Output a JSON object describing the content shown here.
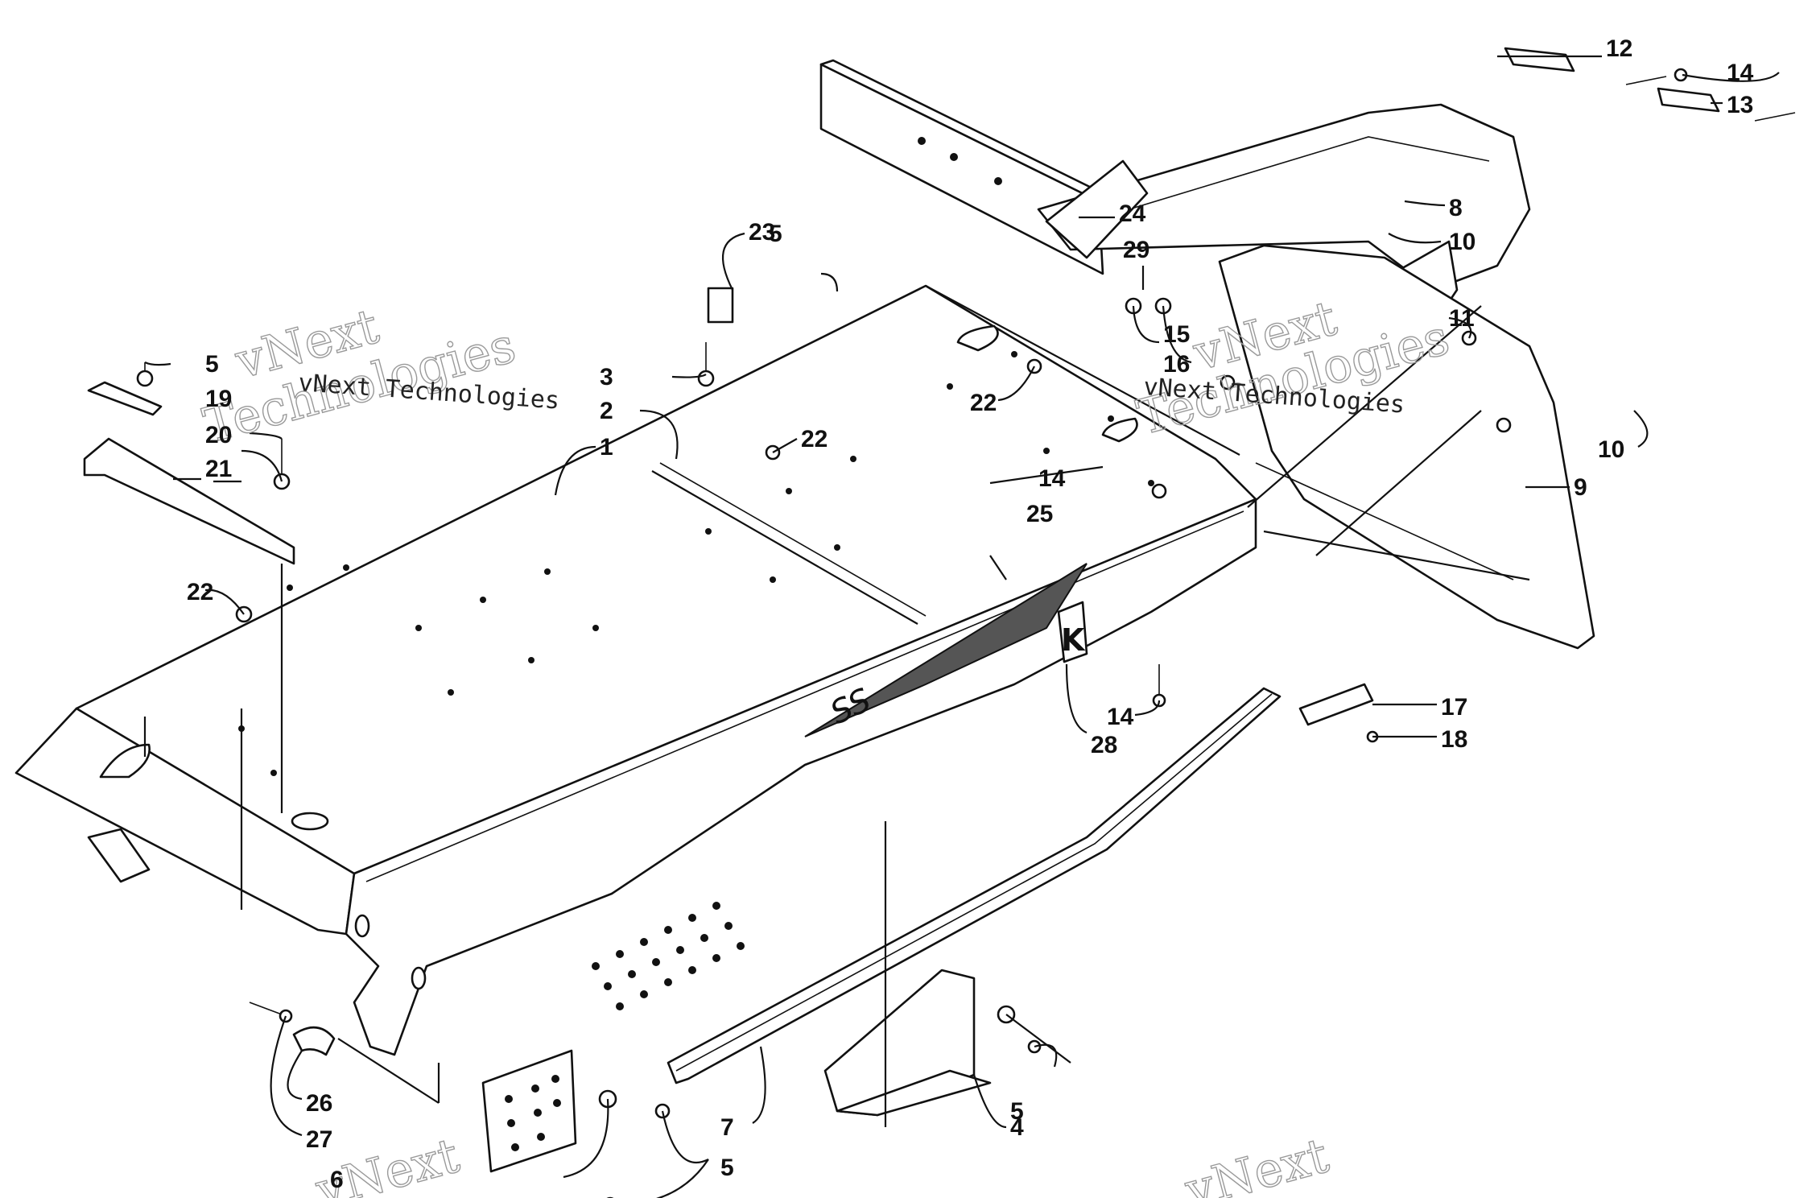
{
  "watermark": {
    "primary": "vNext",
    "secondary": "Technologies",
    "caption": "vNext Technologies"
  },
  "callouts": [
    {
      "id": "c1",
      "label": "1"
    },
    {
      "id": "c2",
      "label": "2"
    },
    {
      "id": "c3",
      "label": "3"
    },
    {
      "id": "c4",
      "label": "4"
    },
    {
      "id": "c5a",
      "label": "5"
    },
    {
      "id": "c5b",
      "label": "5"
    },
    {
      "id": "c5c",
      "label": "5"
    },
    {
      "id": "c5d",
      "label": "5"
    },
    {
      "id": "c6",
      "label": "6"
    },
    {
      "id": "c7",
      "label": "7"
    },
    {
      "id": "c8",
      "label": "8"
    },
    {
      "id": "c9",
      "label": "9"
    },
    {
      "id": "c10a",
      "label": "10"
    },
    {
      "id": "c10b",
      "label": "10"
    },
    {
      "id": "c11",
      "label": "11"
    },
    {
      "id": "c12",
      "label": "12"
    },
    {
      "id": "c13",
      "label": "13"
    },
    {
      "id": "c14a",
      "label": "14"
    },
    {
      "id": "c14b",
      "label": "14"
    },
    {
      "id": "c14c",
      "label": "14"
    },
    {
      "id": "c15",
      "label": "15"
    },
    {
      "id": "c16",
      "label": "16"
    },
    {
      "id": "c17",
      "label": "17"
    },
    {
      "id": "c18",
      "label": "18"
    },
    {
      "id": "c19",
      "label": "19"
    },
    {
      "id": "c20",
      "label": "20"
    },
    {
      "id": "c21",
      "label": "21"
    },
    {
      "id": "c22a",
      "label": "22"
    },
    {
      "id": "c22b",
      "label": "22"
    },
    {
      "id": "c22c",
      "label": "22"
    },
    {
      "id": "c23",
      "label": "23"
    },
    {
      "id": "c24",
      "label": "24"
    },
    {
      "id": "c25",
      "label": "25"
    },
    {
      "id": "c26",
      "label": "26"
    },
    {
      "id": "c27",
      "label": "27"
    },
    {
      "id": "c28",
      "label": "28"
    },
    {
      "id": "c29",
      "label": "29"
    }
  ]
}
